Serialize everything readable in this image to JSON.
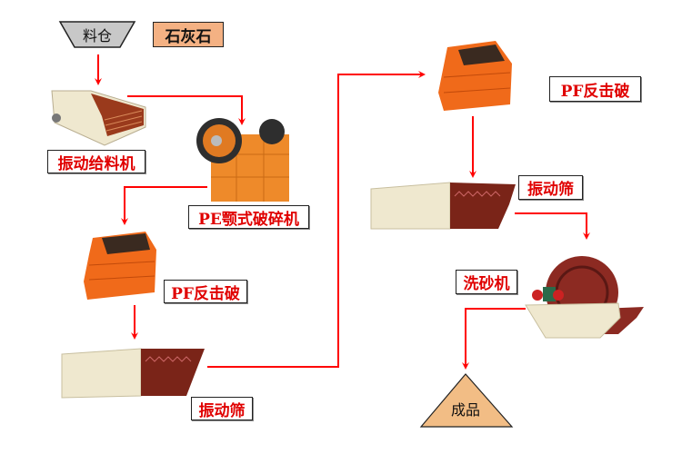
{
  "source": {
    "hopper_label": "料仓",
    "material_label": "石灰石"
  },
  "stages": {
    "feeder": "振动给料机",
    "jaw_crusher": "PE颚式破碎机",
    "impact_crusher_1": "PF反击破",
    "screen_1": "振动筛",
    "impact_crusher_2": "PF反击破",
    "screen_2": "振动筛",
    "sand_washer": "洗砂机"
  },
  "product_label": "成品",
  "colors": {
    "arrow": "#ff0000",
    "label_text": "#e00000",
    "hopper": "#c8c8c8",
    "material": "#f4b183",
    "product": "#f2bd85",
    "machine_orange": "#f06a1a",
    "screen_cream": "#efe8cf",
    "screen_red": "#7a2418"
  }
}
